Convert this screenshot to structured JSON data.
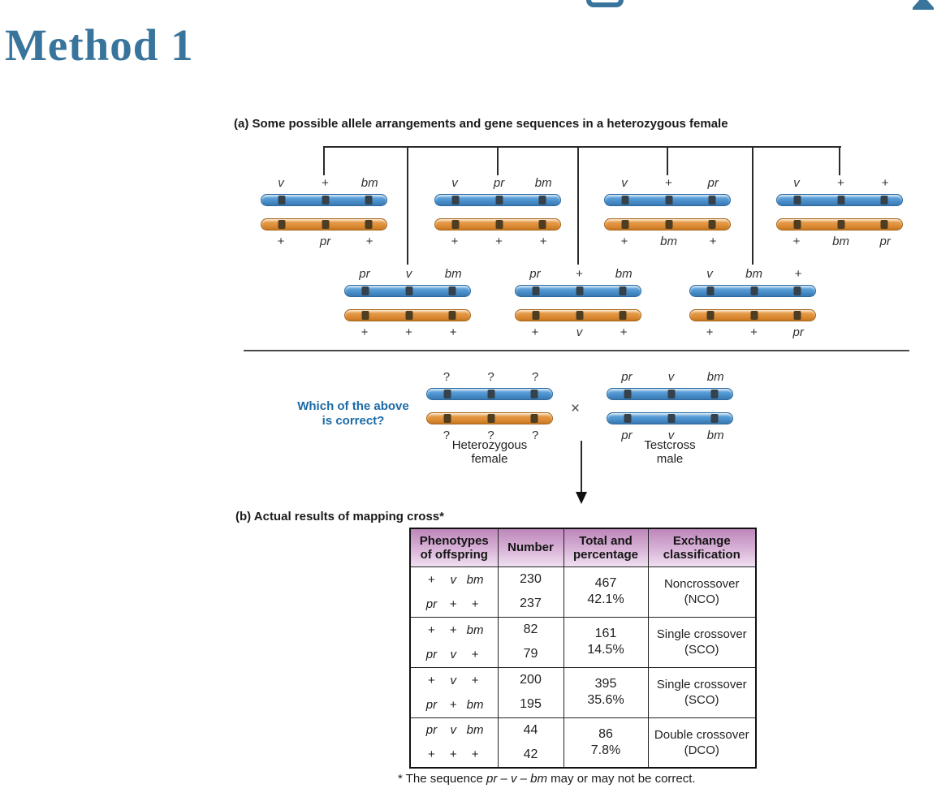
{
  "title": "Method 1",
  "panel_a": {
    "heading": "(a) Some possible allele arrangements and gene sequences in a heterozygous female",
    "pairs_row1": [
      {
        "top": [
          "v",
          "+",
          "bm"
        ],
        "bottom": [
          "+",
          "pr",
          "+"
        ]
      },
      {
        "top": [
          "v",
          "pr",
          "bm"
        ],
        "bottom": [
          "+",
          "+",
          "+"
        ]
      },
      {
        "top": [
          "v",
          "+",
          "pr"
        ],
        "bottom": [
          "+",
          "bm",
          "+"
        ]
      },
      {
        "top": [
          "v",
          "+",
          "+"
        ],
        "bottom": [
          "+",
          "bm",
          "pr"
        ]
      }
    ],
    "pairs_row2": [
      {
        "top": [
          "pr",
          "v",
          "bm"
        ],
        "bottom": [
          "+",
          "+",
          "+"
        ]
      },
      {
        "top": [
          "pr",
          "+",
          "bm"
        ],
        "bottom": [
          "+",
          "v",
          "+"
        ]
      },
      {
        "top": [
          "v",
          "bm",
          "+"
        ],
        "bottom": [
          "+",
          "+",
          "pr"
        ]
      }
    ]
  },
  "cross": {
    "question_line1": "Which of the above",
    "question_line2": "is correct?",
    "symbol": "×",
    "female": {
      "top": [
        "?",
        "?",
        "?"
      ],
      "bottom": [
        "?",
        "?",
        "?"
      ],
      "caption_line1": "Heterozygous",
      "caption_line2": "female"
    },
    "male": {
      "top": [
        "pr",
        "v",
        "bm"
      ],
      "bottom": [
        "pr",
        "v",
        "bm"
      ],
      "caption_line1": "Testcross",
      "caption_line2": "male"
    }
  },
  "panel_b": {
    "heading": "(b) Actual results of mapping cross*",
    "table": {
      "headers": [
        "Phenotypes of offspring",
        "Number",
        "Total and percentage",
        "Exchange classification"
      ],
      "rows": [
        {
          "phenotypes": [
            [
              "+",
              "v",
              "bm"
            ],
            [
              "pr",
              "+",
              "+"
            ]
          ],
          "numbers": [
            "230",
            "237"
          ],
          "total": "467",
          "percent": "42.1%",
          "class_lines": [
            "Noncrossover",
            "(NCO)"
          ]
        },
        {
          "phenotypes": [
            [
              "+",
              "+",
              "bm"
            ],
            [
              "pr",
              "v",
              "+"
            ]
          ],
          "numbers": [
            "82",
            "79"
          ],
          "total": "161",
          "percent": "14.5%",
          "class_lines": [
            "Single crossover",
            "(SCO)"
          ]
        },
        {
          "phenotypes": [
            [
              "+",
              "v",
              "+"
            ],
            [
              "pr",
              "+",
              "bm"
            ]
          ],
          "numbers": [
            "200",
            "195"
          ],
          "total": "395",
          "percent": "35.6%",
          "class_lines": [
            "Single crossover",
            "(SCO)"
          ]
        },
        {
          "phenotypes": [
            [
              "pr",
              "v",
              "bm"
            ],
            [
              "+",
              "+",
              "+"
            ]
          ],
          "numbers": [
            "44",
            "42"
          ],
          "total": "86",
          "percent": "7.8%",
          "class_lines": [
            "Double crossover",
            "(DCO)"
          ]
        }
      ]
    },
    "footnote": {
      "prefix": "* The sequence ",
      "gene_sequence": "pr – v – bm",
      "suffix": " may or may not be correct."
    }
  },
  "colors": {
    "title_blue": "#38749b",
    "question_blue": "#1c6ba6",
    "chromosome_blue": "#5b9fd8",
    "chromosome_orange": "#e59a47",
    "band_on_blue": "#35414b",
    "band_on_orange": "#4e3d20",
    "table_header_pink": "#bd87ba"
  }
}
